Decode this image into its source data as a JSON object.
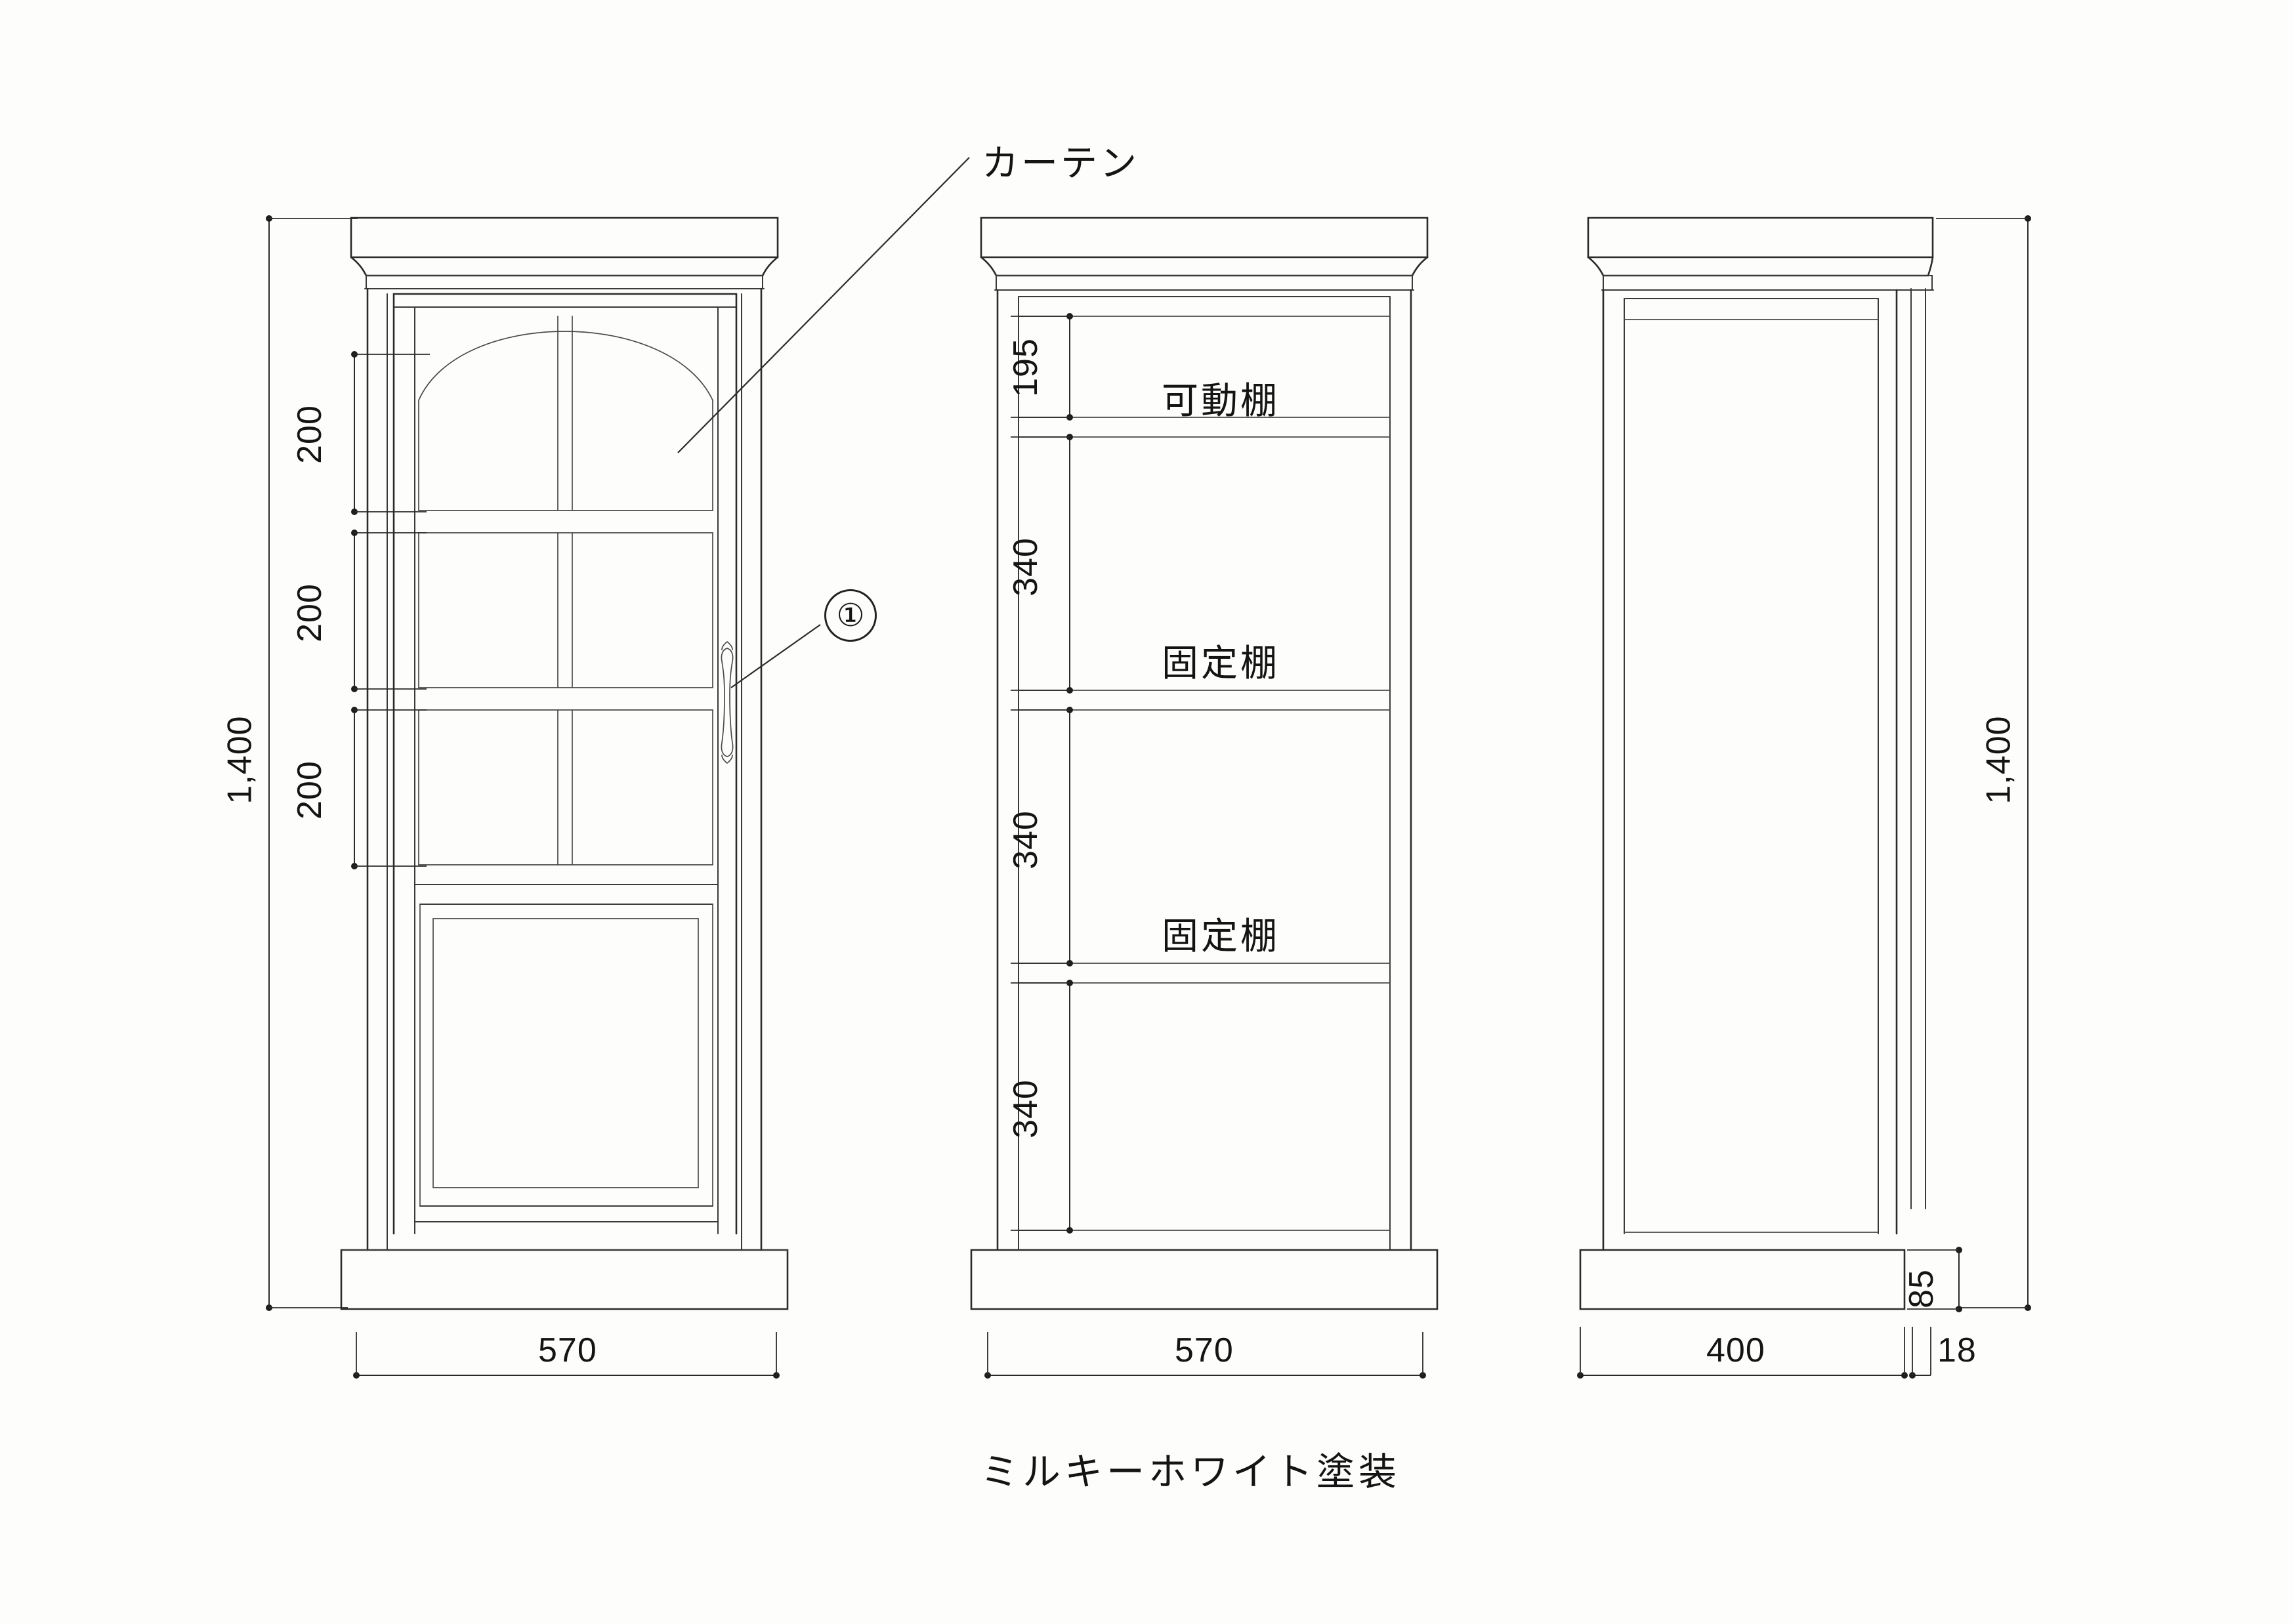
{
  "drawing": {
    "title_note": "ミルキーホワイト塗装",
    "callout_marker": "①",
    "curtain_label": "カーテン",
    "views": [
      {
        "name": "front-elevation",
        "width_label": "570",
        "height_label": "1,400"
      },
      {
        "name": "front-section",
        "width_label": "570"
      },
      {
        "name": "side-elevation",
        "width_label": "400",
        "height_label": "1,400"
      }
    ],
    "dimensions": {
      "overall_height_left": "1,400",
      "overall_height_right": "1,400",
      "front_width": "570",
      "section_width": "570",
      "side_depth": "400",
      "door_thickness": "18",
      "plinth_height": "85",
      "glass_pane_rows": [
        "200",
        "200",
        "200"
      ],
      "shelf_gaps": [
        "195",
        "340",
        "340",
        "340"
      ]
    },
    "shelf_labels": {
      "adjustable": "可動棚",
      "fixed_upper": "固定棚",
      "fixed_lower": "固定棚"
    }
  }
}
